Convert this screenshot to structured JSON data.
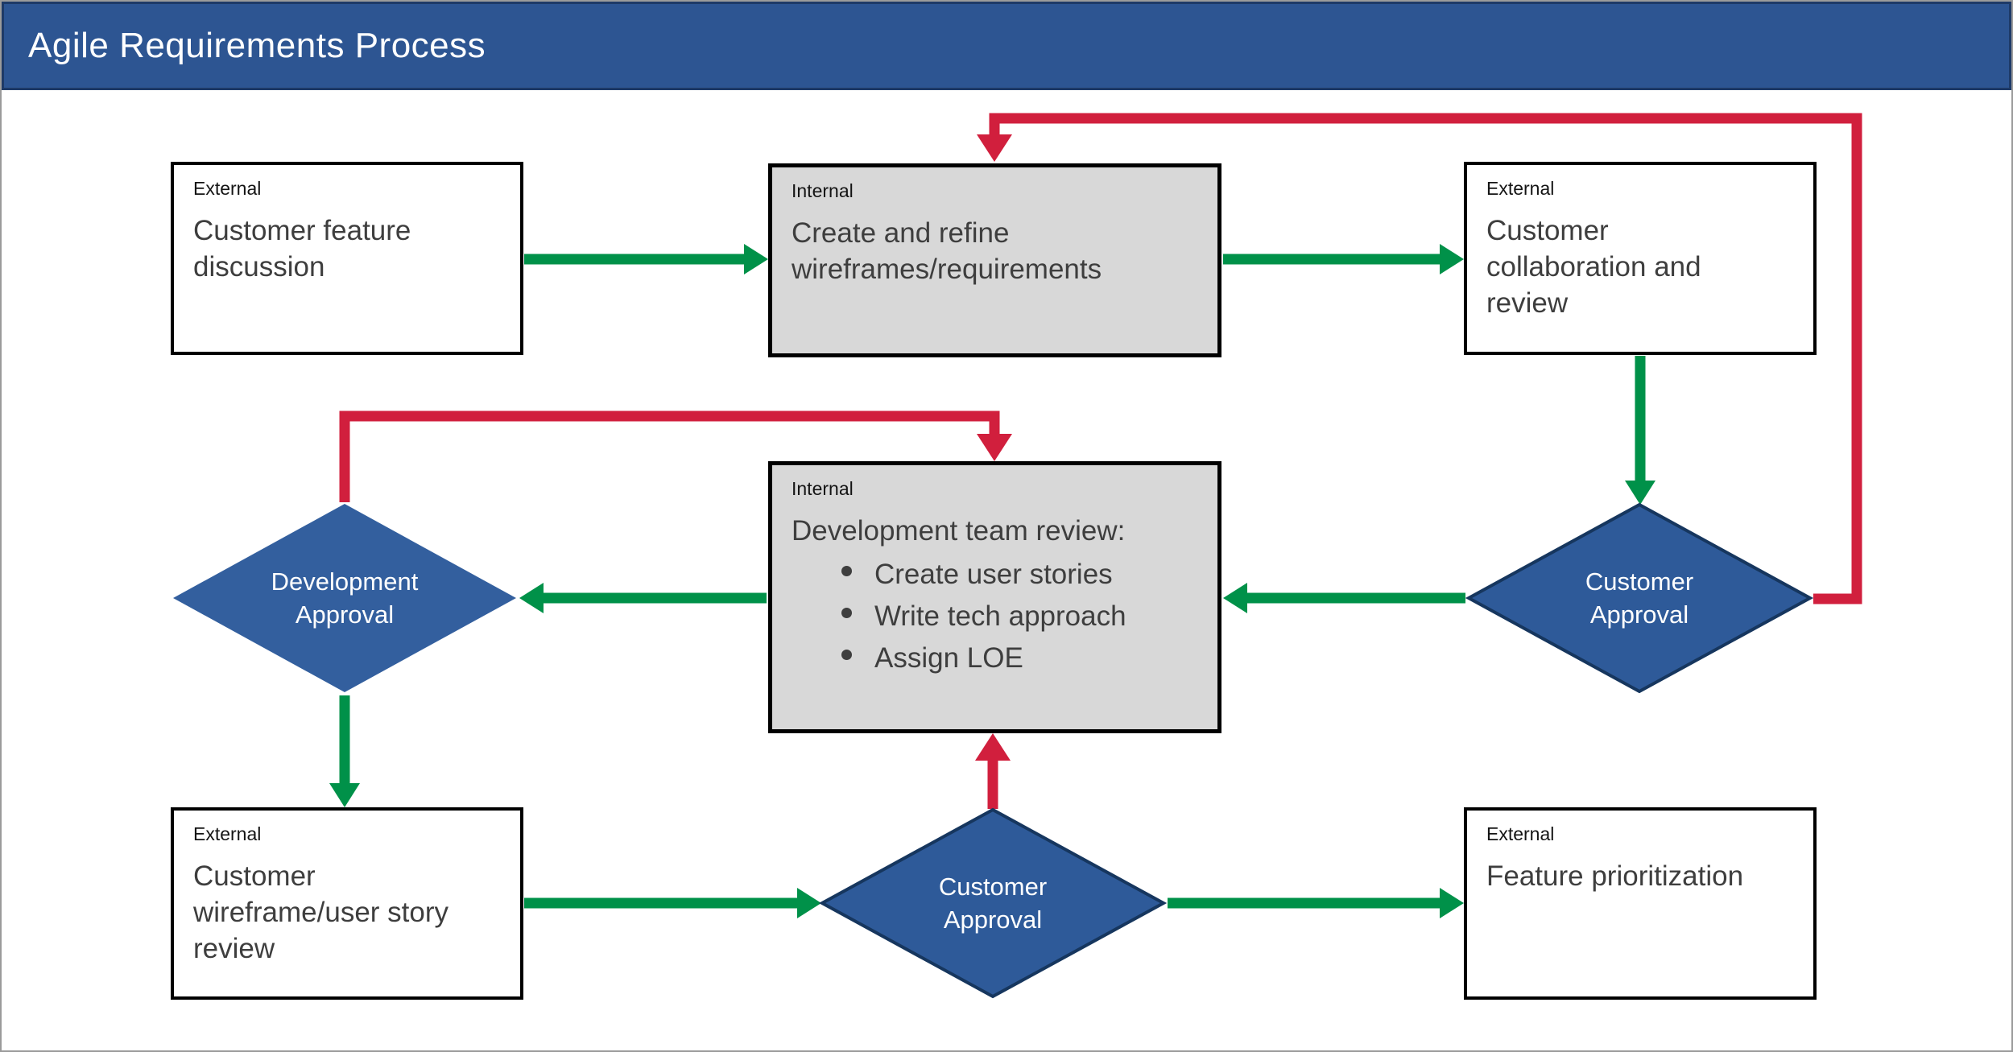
{
  "header": {
    "title": "Agile Requirements Process"
  },
  "colors": {
    "header_bg": "#2d5592",
    "header_border": "#1e3a67",
    "frame": "#9b9b9b",
    "green": "#009149",
    "red": "#d11f3d",
    "diamond_fill": "#2e5a99",
    "diamond_fill_light": "#335f9e",
    "diamond_border": "#16365e",
    "diamond_text": "#ffffff",
    "internal_bg": "#d8d8d8",
    "external_bg": "#ffffff",
    "box_border": "#000000",
    "text_dark": "#3e3e3e",
    "tag": "#141414"
  },
  "nodes": {
    "customer_feature_discussion": {
      "tag": "External",
      "text": "Customer feature\ndiscussion"
    },
    "create_refine_wireframes": {
      "tag": "Internal",
      "text": "Create and refine\nwireframes/requirements"
    },
    "customer_collaboration_review": {
      "tag": "External",
      "text": "Customer\ncollaboration and\nreview"
    },
    "development_approval": {
      "text": "Development\nApproval"
    },
    "development_team_review": {
      "tag": "Internal",
      "text": "Development team review:",
      "bullets": [
        "Create user stories",
        "Write tech approach",
        "Assign LOE"
      ]
    },
    "customer_approval_right": {
      "text": "Customer\nApproval"
    },
    "customer_wireframe_review": {
      "tag": "External",
      "text": "Customer\nwireframe/user story\nreview"
    },
    "customer_approval_bottom": {
      "text": "Customer\nApproval"
    },
    "feature_prioritization": {
      "tag": "External",
      "text": "Feature prioritization"
    }
  }
}
